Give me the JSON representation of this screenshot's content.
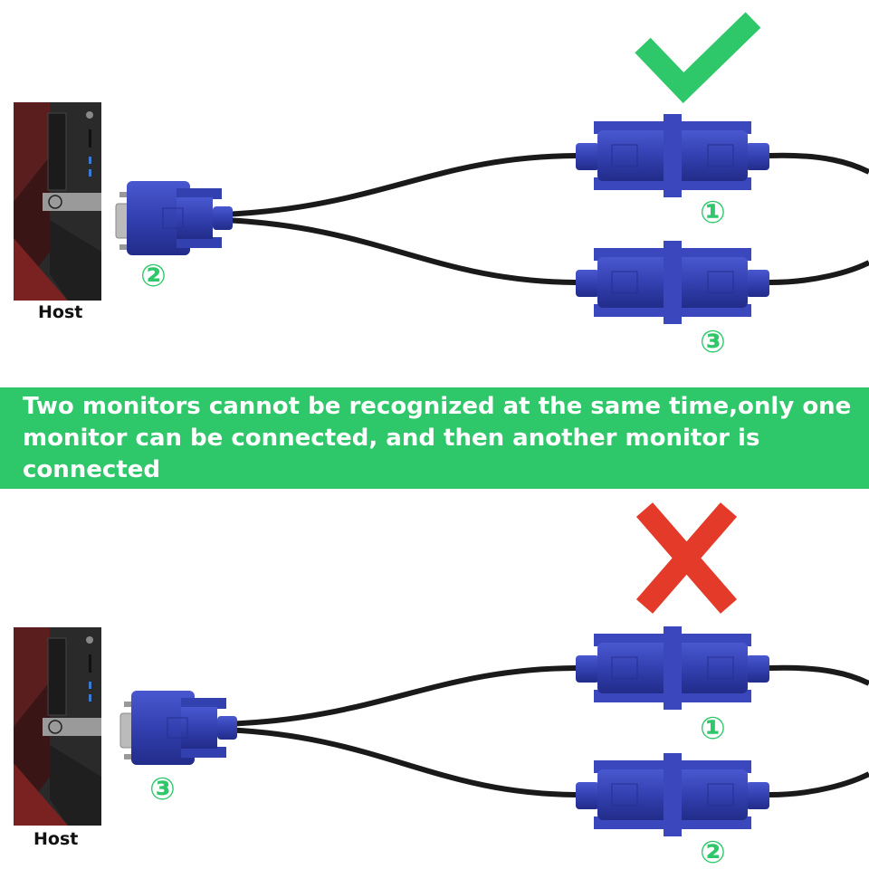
{
  "colors": {
    "banner": "#2ec76a",
    "check": "#2ec76a",
    "cross": "#e43a2a",
    "connector": "#3340b0",
    "cable": "#1a1a1a"
  },
  "top_panel": {
    "status_icon": "check-icon",
    "host_label": "Host",
    "plug_label": "②",
    "coupler_upper_label": "①",
    "coupler_lower_label": "③"
  },
  "banner": {
    "line1": "Two monitors cannot be recognized at the same time,only one",
    "line2": "monitor can be connected, and then another monitor is connected"
  },
  "bottom_panel": {
    "status_icon": "cross-icon",
    "host_label": "Host",
    "plug_label": "③",
    "coupler_upper_label": "①",
    "coupler_lower_label": "②"
  }
}
